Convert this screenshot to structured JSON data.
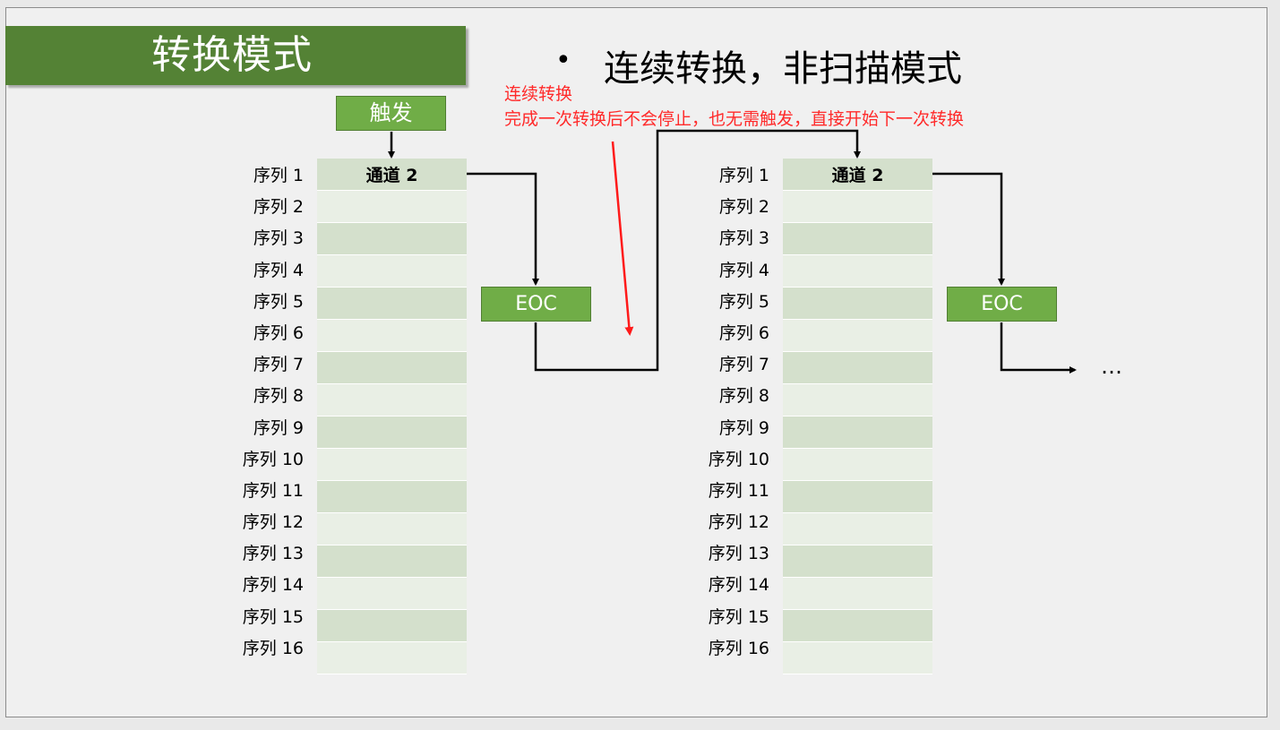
{
  "title": "转换模式",
  "bullet": "连续转换，非扫描模式",
  "note": {
    "line1": "连续转换",
    "line2": "完成一次转换后不会停止，也无需触发，直接开始下一次转换"
  },
  "trigger_label": "触发",
  "eoc_label": "EOC",
  "ellipsis": "…",
  "sequence_labels": [
    "序列 1",
    "序列 2",
    "序列 3",
    "序列 4",
    "序列 5",
    "序列 6",
    "序列 7",
    "序列 8",
    "序列 9",
    "序列 10",
    "序列 11",
    "序列 12",
    "序列 13",
    "序列 14",
    "序列 15",
    "序列 16"
  ],
  "table1": {
    "row1": "通道 2"
  },
  "table2": {
    "row1": "通道 2"
  },
  "colors": {
    "title_bg": "#548235",
    "box_green": "#70ad47",
    "note_red": "#ff2a2a",
    "row_dark": "#d4e0cc",
    "row_light": "#e9efe5"
  }
}
